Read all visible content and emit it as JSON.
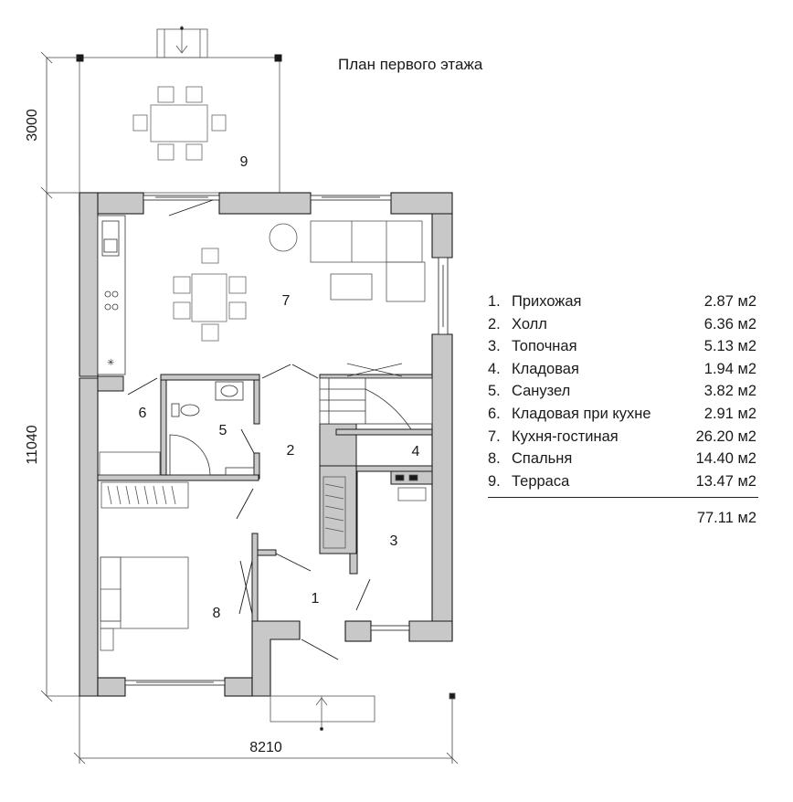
{
  "title": "План первого этажа",
  "dimensions": {
    "terrace_depth": "3000",
    "house_depth": "11040",
    "house_width": "8210"
  },
  "room_labels": {
    "r1": "1",
    "r2": "2",
    "r3": "3",
    "r4": "4",
    "r5": "5",
    "r6": "6",
    "r7": "7",
    "r8": "8",
    "r9": "9"
  },
  "legend": {
    "rooms": [
      {
        "num": "1.",
        "name": "Прихожая",
        "area": "2.87 м2"
      },
      {
        "num": "2.",
        "name": "Холл",
        "area": "6.36 м2"
      },
      {
        "num": "3.",
        "name": "Топочная",
        "area": "5.13 м2"
      },
      {
        "num": "4.",
        "name": "Кладовая",
        "area": "1.94 м2"
      },
      {
        "num": "5.",
        "name": "Санузел",
        "area": "3.82 м2"
      },
      {
        "num": "6.",
        "name": "Кладовая при кухне",
        "area": "2.91 м2"
      },
      {
        "num": "7.",
        "name": "Кухня-гостиная",
        "area": "26.20 м2"
      },
      {
        "num": "8.",
        "name": "Спальня",
        "area": "14.40 м2"
      },
      {
        "num": "9.",
        "name": "Терраса",
        "area": "13.47 м2"
      }
    ],
    "total": "77.11 м2"
  },
  "colors": {
    "wall_fill": "#c8c8c8",
    "line": "#1a1a1a",
    "thin_line": "#555555"
  }
}
